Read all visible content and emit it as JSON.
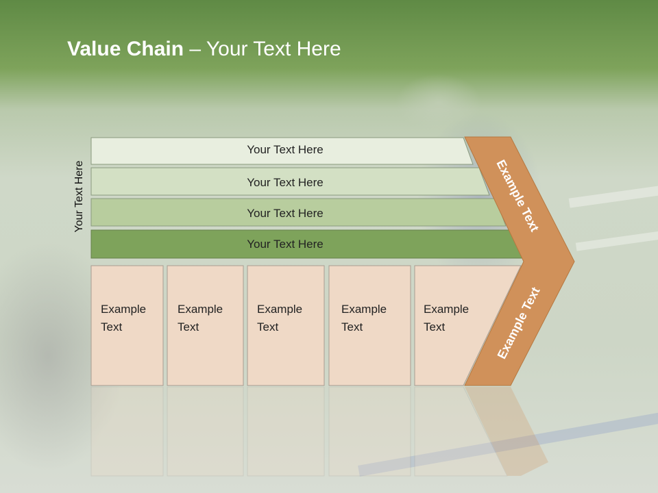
{
  "slide": {
    "title_bold": "Value Chain",
    "title_rest": " – Your Text Here",
    "side_label": "Your Text Here"
  },
  "bands": [
    {
      "label": "Your Text Here",
      "color": "#e8eedf"
    },
    {
      "label": "Your Text Here",
      "color": "#d3e0c4"
    },
    {
      "label": "Your Text Here",
      "color": "#b8cd9e"
    },
    {
      "label": "Your Text Here",
      "color": "#7ea35b"
    }
  ],
  "cells": [
    {
      "text": "Example\nText"
    },
    {
      "text": "Example\nText"
    },
    {
      "text": "Example\nText"
    },
    {
      "text": "Example\nText"
    },
    {
      "text": "Example\nText"
    }
  ],
  "chevron": {
    "upper_label": "Example Text",
    "lower_label": "Example Text",
    "color": "#d0915a"
  },
  "colors": {
    "cell_fill": "#efd9c6",
    "header_green": "#6b9650"
  }
}
